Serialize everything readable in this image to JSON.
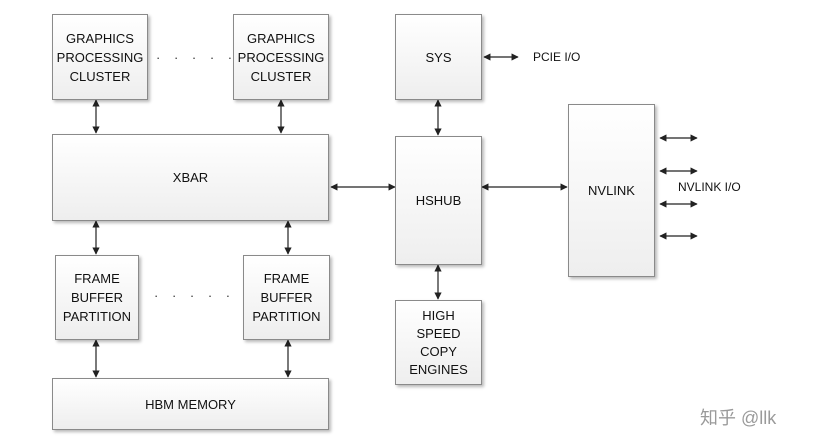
{
  "blocks": {
    "gpc_left": "GRAPHICS\nPROCESSING\nCLUSTER",
    "gpc_right": "GRAPHICS\nPROCESSING\nCLUSTER",
    "xbar": "XBAR",
    "fbp_left": "FRAME\nBUFFER\nPARTITION",
    "fbp_right": "FRAME\nBUFFER\nPARTITION",
    "hbm": "HBM MEMORY",
    "sys": "SYS",
    "hshub": "HSHUB",
    "copy_engines": "HIGH\nSPEED\nCOPY\nENGINES",
    "nvlink": "NVLINK"
  },
  "labels": {
    "pcie_io": "PCIE I/O",
    "nvlink_io": "NVLINK I/O",
    "ellipsis_top": "· · · · ·",
    "ellipsis_bottom": "· · · · ·"
  },
  "watermark": "知乎 @llk",
  "colors": {
    "line": "#222222",
    "border": "#8a8a8a",
    "watermark": "#9a9a9a"
  }
}
